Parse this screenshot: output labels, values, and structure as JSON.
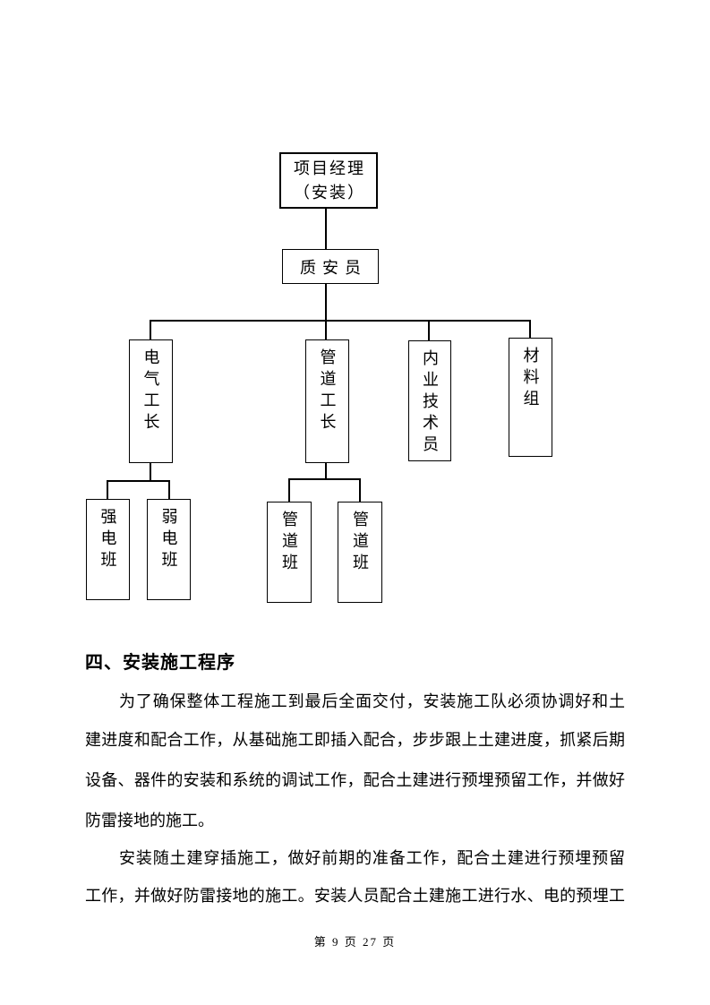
{
  "doc": {
    "footer": "第 9 页 27 页"
  },
  "org_chart": {
    "pm": {
      "line1": "项目经理",
      "line2": "（安装）"
    },
    "qa": "质安员",
    "level3": [
      {
        "id": "electrical-foreman",
        "label": "电气工长"
      },
      {
        "id": "pipe-foreman",
        "label": "管道工长"
      },
      {
        "id": "office-technician",
        "label": "内业技术员"
      },
      {
        "id": "material-group",
        "label": "材料组"
      }
    ],
    "level4": [
      {
        "id": "strong-electric-team",
        "label": "强电班"
      },
      {
        "id": "weak-electric-team",
        "label": "弱电班"
      },
      {
        "id": "pipe-team-1",
        "label": "管道班"
      },
      {
        "id": "pipe-team-2",
        "label": "管道班"
      }
    ]
  },
  "section": {
    "heading": "四、安装施工程序",
    "paragraph1_lines": [
      "为了确保整体工程施工到最后全面交付，安装施工队必须协调好和土",
      "建进度和配合工作，从基础施工即插入配合，步步跟上土建进度，抓紧后期",
      "设备、器件的安装和系统的调试工作，配合土建进行预埋预留工作，并做好",
      "防雷接地的施工。"
    ],
    "paragraph2_lines": [
      "安装随土建穿插施工，做好前期的准备工作，配合土建进行预埋预留",
      "工作，并做好防雷接地的施工。安装人员配合土建施工进行水、电的预埋工"
    ]
  }
}
